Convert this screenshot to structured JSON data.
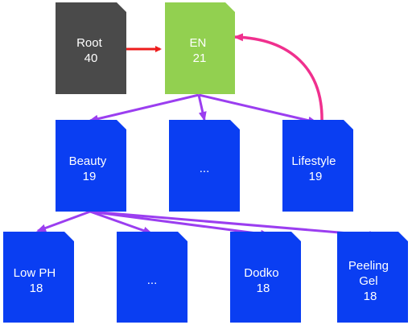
{
  "nodes": {
    "root": {
      "lines": [
        "Root",
        "40"
      ],
      "color": "#4a4a4a"
    },
    "en": {
      "lines": [
        "EN",
        "21"
      ],
      "color": "#92d050"
    },
    "beauty": {
      "lines": [
        "Beauty",
        "19"
      ],
      "color": "#0a3ef2"
    },
    "ellipsis1": {
      "lines": [
        "..."
      ],
      "color": "#0a3ef2"
    },
    "lifestyle": {
      "lines": [
        "Lifestyle",
        "19"
      ],
      "color": "#0a3ef2"
    },
    "lowph": {
      "lines": [
        "Low PH",
        "18"
      ],
      "color": "#0a3ef2"
    },
    "ellipsis2": {
      "lines": [
        "..."
      ],
      "color": "#0a3ef2"
    },
    "dodko": {
      "lines": [
        "Dodko",
        "18"
      ],
      "color": "#0a3ef2"
    },
    "peeling": {
      "lines": [
        "Peeling",
        "Gel",
        "18"
      ],
      "color": "#0a3ef2"
    }
  },
  "edge_colors": {
    "red": "#ee1c1c",
    "purple": "#9b3ef0",
    "pink": "#f0308e"
  }
}
